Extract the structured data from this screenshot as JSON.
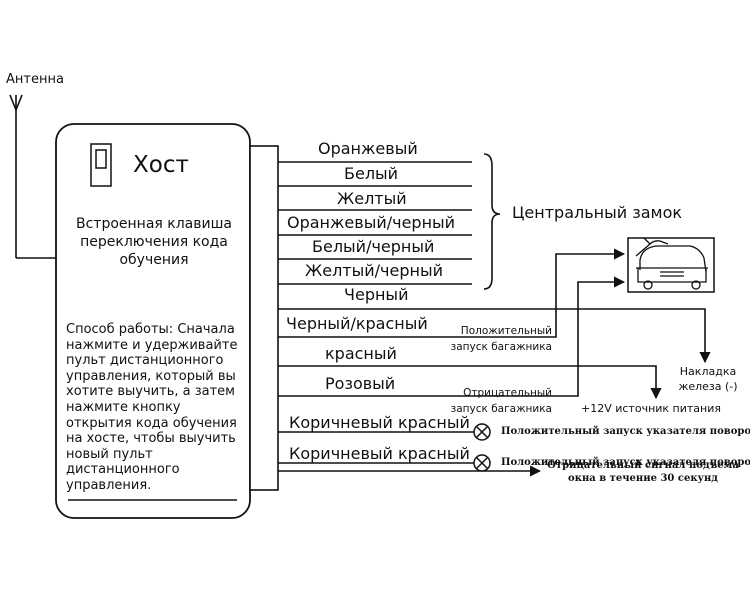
{
  "antenna": {
    "label": "Антенна"
  },
  "host": {
    "title": "Хост",
    "button_text": "Встроенная клавиша переключения кода обучения",
    "method_text": "Способ работы: Сначала нажмите и удерживайте пульт дистанционного управления, который вы хотите выучить, а затем нажмите кнопку открытия кода обучения на хосте, чтобы выучить новый пульт дистанционного управления."
  },
  "wires": [
    {
      "label": "Оранжевый"
    },
    {
      "label": "Белый"
    },
    {
      "label": "Желтый"
    },
    {
      "label": "Оранжевый/черный"
    },
    {
      "label": "Белый/черный"
    },
    {
      "label": "Желтый/черный"
    },
    {
      "label": "Черный"
    },
    {
      "label": "Черный/красный"
    },
    {
      "label": "красный"
    },
    {
      "label": "Розовый"
    },
    {
      "label": "Коричневый красный"
    },
    {
      "label": "Коричневый красный"
    }
  ],
  "targets": {
    "central_lock": "Центральный замок",
    "trunk_positive": "Положительный запуск багажника",
    "ground": "Накладка железа (-)",
    "power": "+12V источник питания",
    "trunk_negative": "Отрицательный запуск багажника",
    "turn_signal_1": "Положительный запуск указателя поворота",
    "turn_signal_2": "Положительный запуск указателя поворота",
    "window_negative": "Отрицательный сигнал подъема окна в течение 30 секунд"
  },
  "icons": {
    "car": "car-trunk-icon",
    "lamp": "lamp-icon",
    "antenna": "antenna-icon"
  }
}
